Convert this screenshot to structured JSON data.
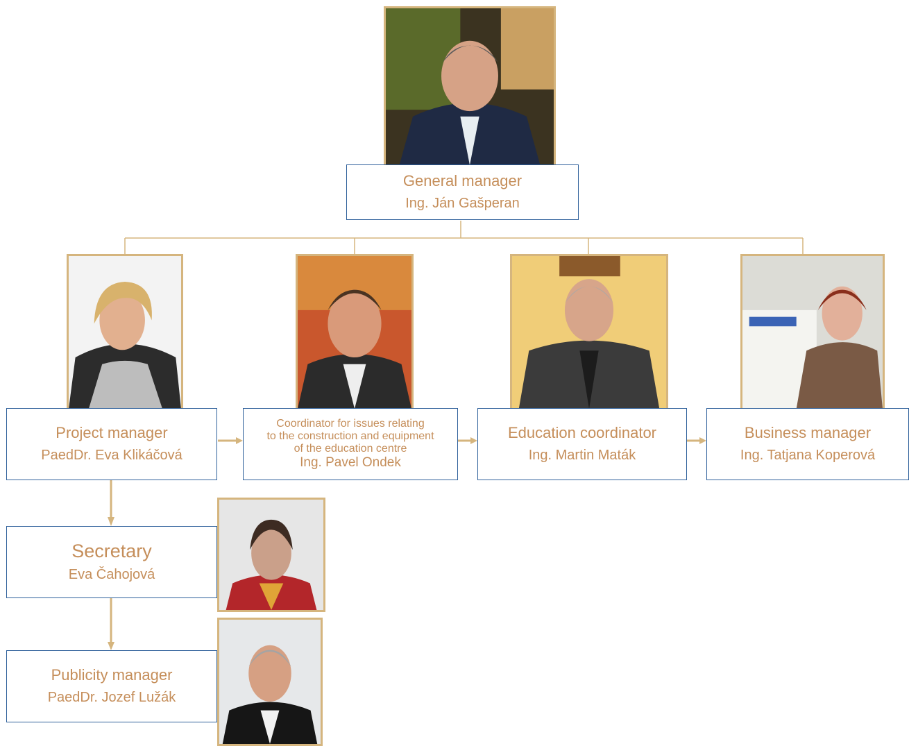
{
  "colors": {
    "frame": "#d5b57e",
    "box_border": "#2d5f9a",
    "text": "#c58e5a",
    "connector": "#d5b57e"
  },
  "nodes": {
    "general": {
      "role": "General manager",
      "name": "Ing. Ján Gašperan"
    },
    "project": {
      "role": "Project manager",
      "name": "PaedDr. Eva Klikáčová"
    },
    "coordinator": {
      "role_lines": [
        "Coordinator for issues relating",
        "to the construction and equipment",
        "of the education centre"
      ],
      "name": "Ing. Pavel Ondek"
    },
    "education": {
      "role": "Education coordinator",
      "name": "Ing. Martin Maták"
    },
    "business": {
      "role": "Business manager",
      "name": "Ing. Tatjana Koperová"
    },
    "secretary": {
      "role": "Secretary",
      "name": "Eva Čahojová"
    },
    "publicity": {
      "role": "Publicity manager",
      "name": "PaedDr. Jozef Lužák"
    }
  }
}
